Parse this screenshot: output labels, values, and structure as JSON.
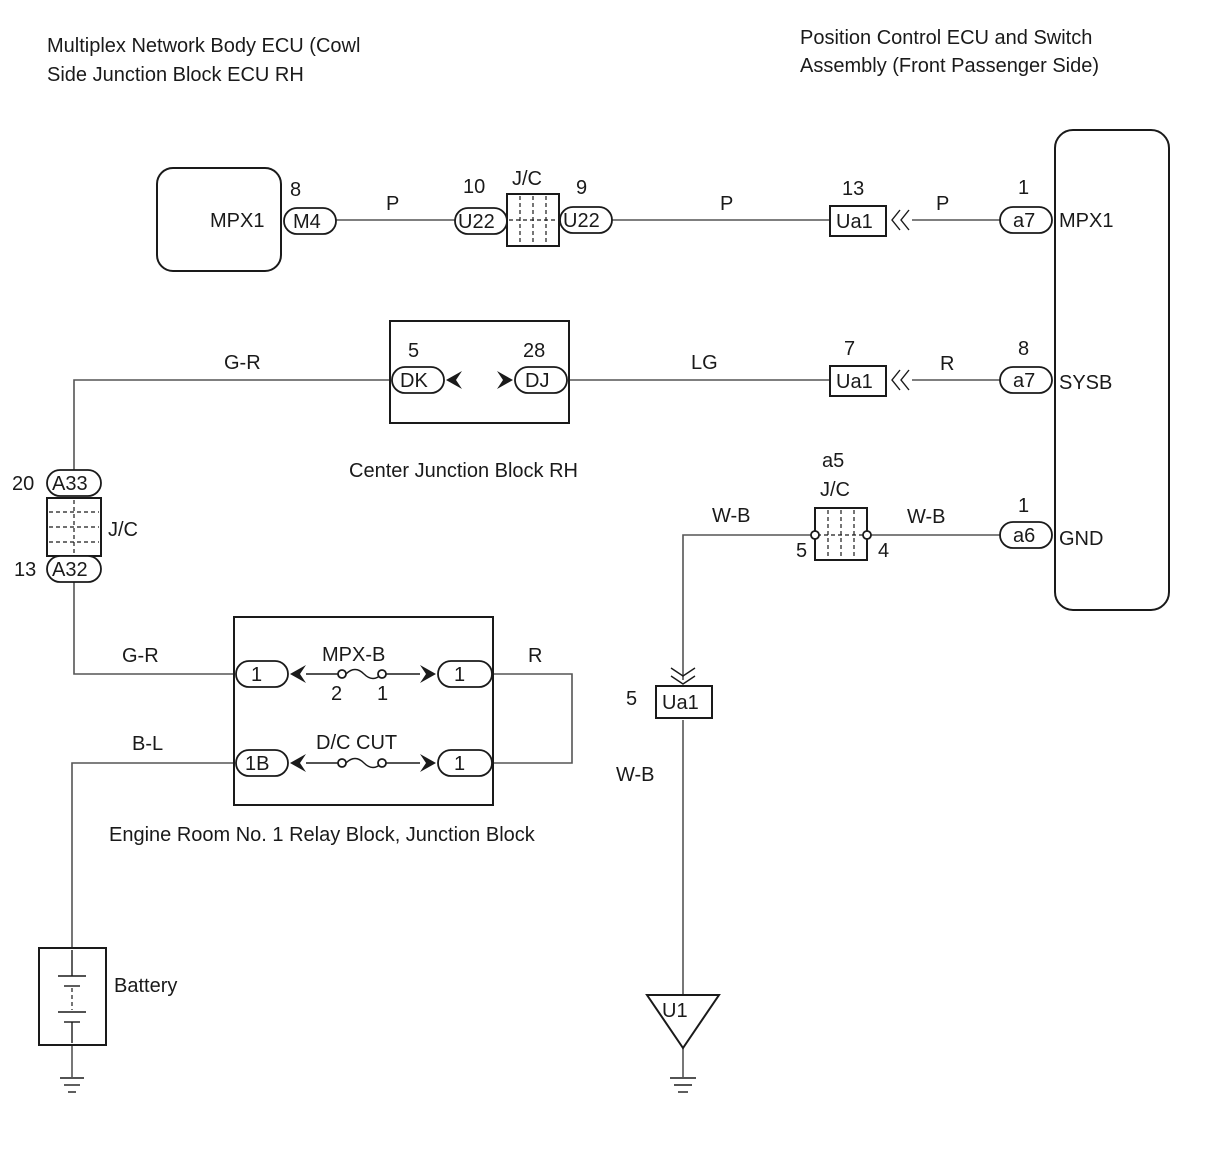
{
  "components": {
    "body_ecu": {
      "title_line1": "Multiplex Network Body ECU (Cowl",
      "title_line2": "Side Junction Block ECU RH",
      "terminal": "MPX1",
      "connector": "M4",
      "pin": "8"
    },
    "position_ecu": {
      "title_line1": "Position Control ECU and Switch",
      "title_line2": "Assembly (Front Passenger Side)",
      "terminals": [
        {
          "name": "MPX1",
          "connector": "a7",
          "pin": "1"
        },
        {
          "name": "SYSB",
          "connector": "a7",
          "pin": "8"
        },
        {
          "name": "GND",
          "connector": "a6",
          "pin": "1"
        }
      ]
    },
    "center_jb": {
      "label": "Center Junction Block RH",
      "left_connector": "DK",
      "left_pin": "5",
      "right_connector": "DJ",
      "right_pin": "28"
    },
    "engine_rb": {
      "label": "Engine Room No. 1 Relay Block, Junction Block",
      "fuse1": {
        "name": "MPX-B",
        "left_conn": "1",
        "right_conn": "1",
        "pin_left": "2",
        "pin_right": "1"
      },
      "fuse2": {
        "name": "D/C CUT",
        "left_conn": "1B",
        "right_conn": "1"
      }
    },
    "battery": {
      "label": "Battery"
    },
    "ground": {
      "label": "U1"
    }
  },
  "junctions": {
    "jc_top": {
      "label": "J/C",
      "left_conn": "U22",
      "left_pin": "10",
      "right_conn": "U22",
      "right_pin": "9"
    },
    "jc_left": {
      "label": "J/C",
      "top_conn": "A33",
      "top_pin": "20",
      "bottom_conn": "A32",
      "bottom_pin": "13"
    },
    "jc_right": {
      "id": "a5",
      "label": "J/C",
      "left_pin": "5",
      "right_pin": "4"
    }
  },
  "inline_connectors": [
    {
      "name": "Ua1",
      "pin": "13"
    },
    {
      "name": "Ua1",
      "pin": "7"
    },
    {
      "name": "Ua1",
      "pin": "5"
    }
  ],
  "wires": {
    "mpx_left": "P",
    "mpx_mid": "P",
    "mpx_right": "P",
    "sysb_left": "G-R",
    "sysb_mid": "LG",
    "sysb_right": "R",
    "gr_lower": "G-R",
    "r_loop": "R",
    "bl": "B-L",
    "wb_left": "W-B",
    "wb_right": "W-B",
    "wb_down": "W-B"
  }
}
